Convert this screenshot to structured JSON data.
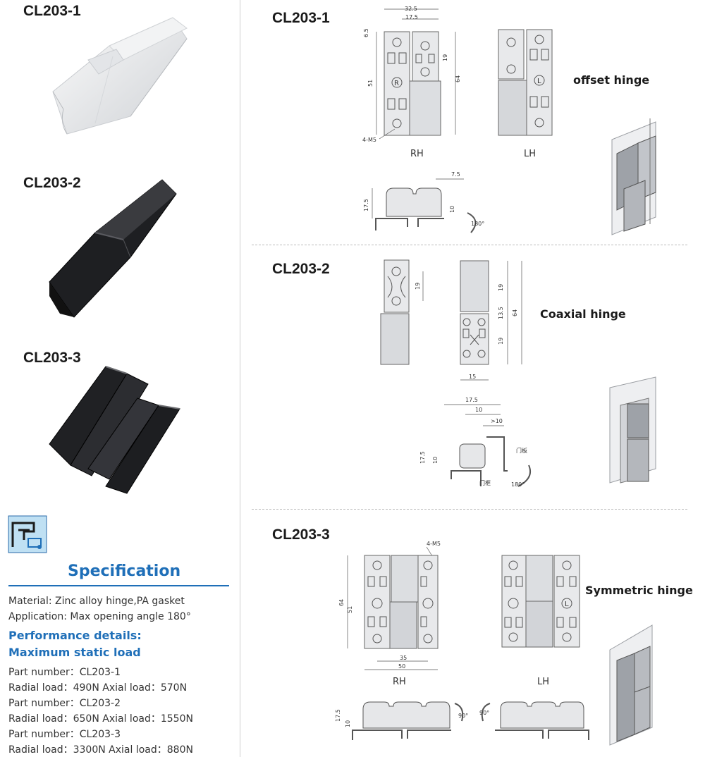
{
  "left": {
    "products": [
      {
        "model": "CL203-1"
      },
      {
        "model": "CL203-2"
      },
      {
        "model": "CL203-3"
      }
    ],
    "spec_heading": "Specification",
    "material": "Material: Zinc alloy hinge,PA gasket",
    "application": "Application: Max opening angle 180°",
    "performance_heading": "Performance details:",
    "load_heading": "Maximum static load",
    "loads": [
      {
        "part": "Part number：CL203-1",
        "load": "Radial load：490N   Axial load：570N"
      },
      {
        "part": "Part number：CL203-2",
        "load": "Radial load：650N   Axial load：1550N"
      },
      {
        "part": "Part number：CL203-3",
        "load": "Radial load：3300N   Axial load：880N"
      }
    ]
  },
  "right": {
    "sections": [
      {
        "model": "CL203-1",
        "type_label": "offset hinge",
        "rh": "RH",
        "lh": "LH",
        "dims": {
          "w1": "32.5",
          "w2": "17.5",
          "h1": "6.5",
          "h2": "51",
          "h3": "19",
          "h4": "64",
          "screw": "4-M5",
          "side_off": "7.5",
          "side_h": "17.5",
          "side_h2": "10",
          "angle": "180°"
        }
      },
      {
        "model": "CL203-2",
        "type_label": "Coaxial hinge",
        "dims": {
          "a": "19",
          "b": "19",
          "c": "13.5",
          "d": "64",
          "e": "19",
          "w": "15",
          "s1": "17.5",
          "s2": "10",
          "s3": ">10",
          "s4": "17.5",
          "s5": "10",
          "door_panel": "门板",
          "door_frame": "门框",
          "angle": "180°"
        }
      },
      {
        "model": "CL203-3",
        "type_label": "Symmetric hinge",
        "rh": "RH",
        "lh": "LH",
        "dims": {
          "screw": "4-M5",
          "h1": "64",
          "h2": "51",
          "w1": "35",
          "w2": "50",
          "s1": "17.5",
          "s2": "10",
          "a1": "90°",
          "a2": "90°"
        }
      }
    ]
  },
  "colors": {
    "accent": "#1f6fb8",
    "divider": "#cfcfcf"
  }
}
